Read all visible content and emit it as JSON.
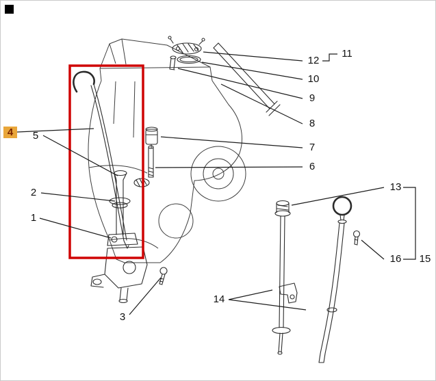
{
  "figure": {
    "type": "exploded-parts-diagram",
    "description": "Engine oil dipstick, oil pump pickup and breather parts exploded view",
    "selected_callout": "4",
    "callouts": {
      "1": "1",
      "2": "2",
      "3": "3",
      "4": "4",
      "5": "5",
      "6": "6",
      "7": "7",
      "8": "8",
      "9": "9",
      "10": "10",
      "11": "11",
      "12": "12",
      "13": "13",
      "14": "14",
      "15": "15",
      "16": "16"
    },
    "colors": {
      "highlight_box": "#cf0404",
      "selected_bg": "#e9a63a",
      "selected_text": "#7a2500",
      "line": "#1c1c1c",
      "corner_marker": "#000000"
    }
  }
}
